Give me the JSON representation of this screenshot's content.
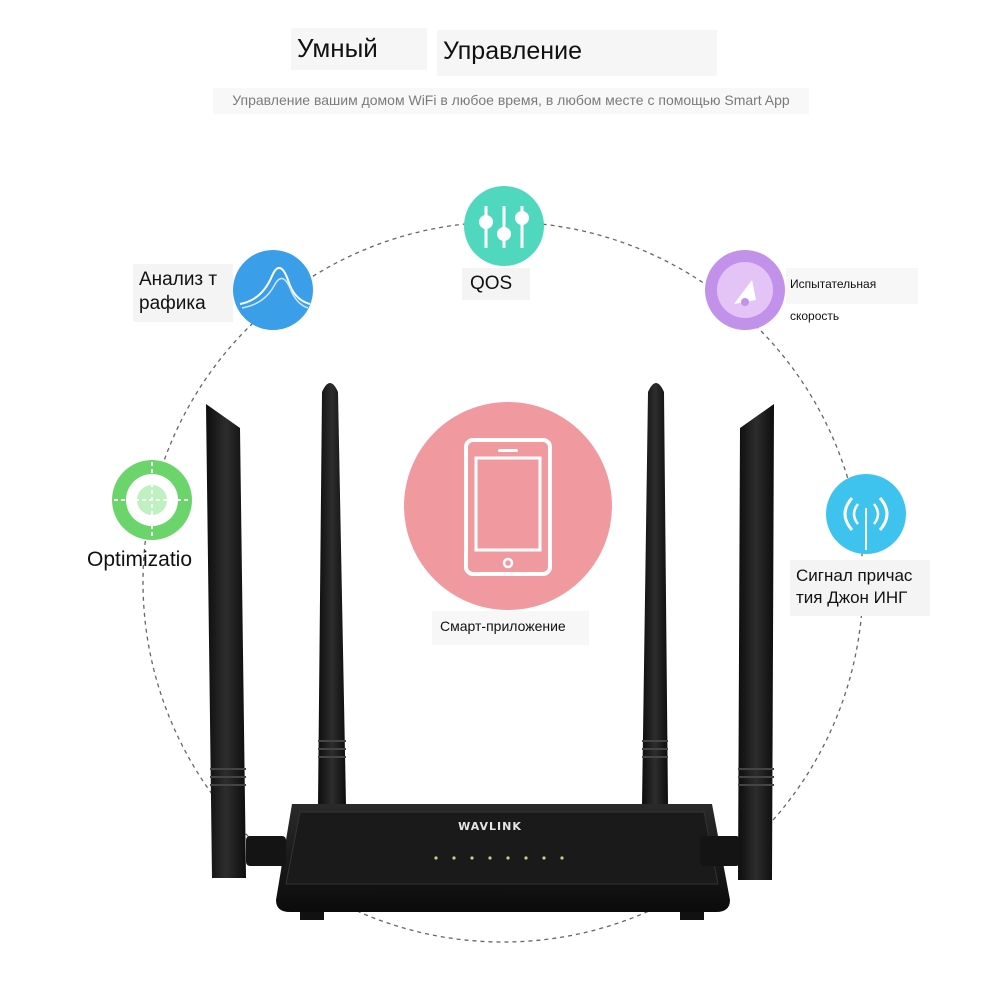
{
  "heading": {
    "word1": "Умный",
    "word2": "Управление",
    "subtitle": "Управление вашим домом WiFi в любое время, в любом месте с помощью Smart App"
  },
  "features": {
    "traffic": {
      "label_line1": "Анализ т",
      "label_line2": "рафика",
      "icon": "traffic-wave-icon",
      "color": "#3a9ee9"
    },
    "qos": {
      "label": "QOS",
      "icon": "equalizer-sliders-icon",
      "color": "#4fd8bd"
    },
    "speed": {
      "label": "Испытательная скорость",
      "icon": "speedometer-icon",
      "color": "#c291ea"
    },
    "optimization": {
      "label": "Optimizatio",
      "icon": "target-crosshair-icon",
      "color": "#6bd46b"
    },
    "signal": {
      "label_line1": "Сигнал причас",
      "label_line2": "тия Джон ИНГ",
      "icon": "wifi-signal-icon",
      "color": "#3ec3ee"
    },
    "smart_app": {
      "label": "Смарт-приложение",
      "icon": "smartphone-icon",
      "color": "#f09aa0"
    }
  },
  "router": {
    "brand": "WAVLINK",
    "led_count": 8
  }
}
